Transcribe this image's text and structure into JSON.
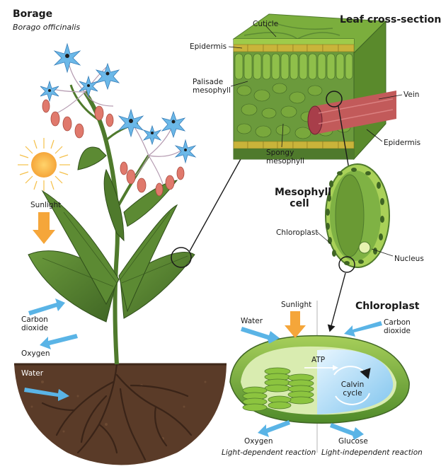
{
  "plant": {
    "title": "Borage",
    "subtitle": "Borago officinalis",
    "sunlight": "Sunlight",
    "carbon_dioxide": "Carbon dioxide",
    "oxygen": "Oxygen",
    "water": "Water"
  },
  "leaf_section": {
    "title": "Leaf cross-section",
    "cuticle": "Cuticle",
    "epidermis_top": "Epidermis",
    "palisade": "Palisade mesophyll",
    "vein": "Vein",
    "epidermis_bottom": "Epidermis",
    "spongy": "Spongy mesophyll"
  },
  "mesophyll_cell": {
    "title": "Mesophyll cell",
    "chloroplast": "Chloroplast",
    "nucleus": "Nucleus"
  },
  "chloroplast": {
    "title": "Chloroplast",
    "sunlight": "Sunlight",
    "water": "Water",
    "carbon_dioxide": "Carbon dioxide",
    "atp": "ATP",
    "calvin": "Calvin cycle",
    "oxygen": "Oxygen",
    "glucose": "Glucose",
    "light_dependent": "Light-dependent reaction",
    "light_independent": "Light-independent reaction"
  },
  "colors": {
    "leaf_green": "#4f7a2c",
    "arrow_blue": "#5ab4e6",
    "sun_orange": "#f5a63a",
    "soil_brown": "#5a3b28"
  }
}
